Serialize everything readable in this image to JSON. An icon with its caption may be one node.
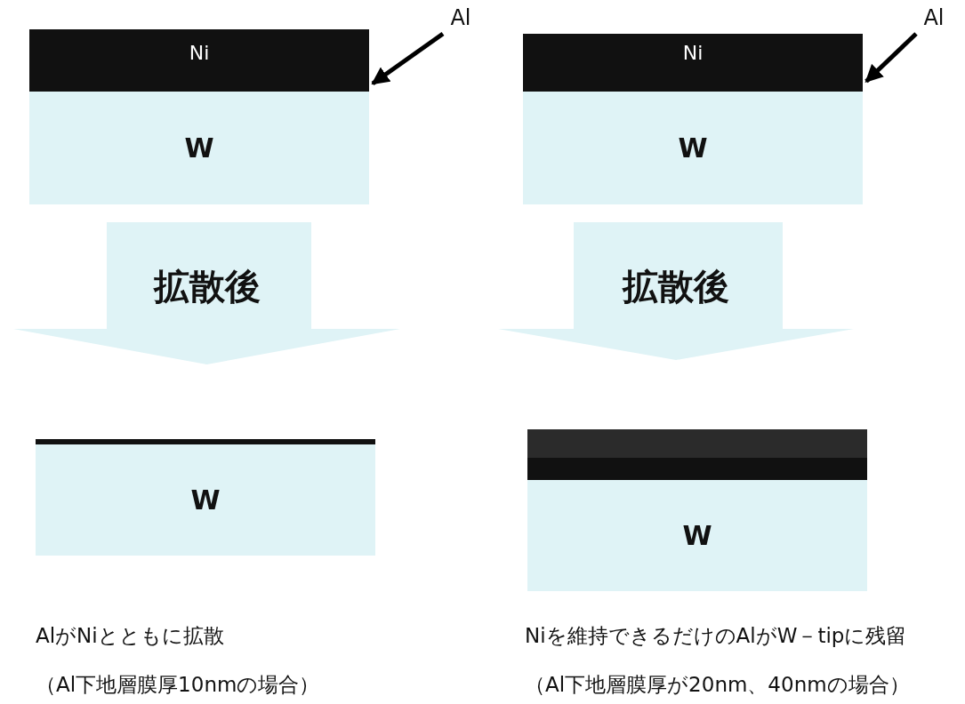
{
  "diagram": {
    "nodes": [
      {
        "text": [
          "Ni"
        ]
      },
      {
        "text": [],
        "shape": "bar"
      },
      {
        "text": [
          "W"
        ]
      },
      {
        "text": [
          "Al"
        ]
      },
      {
        "text": [
          "拡散後"
        ]
      },
      {
        "text": [],
        "shape": "bar"
      },
      {
        "text": [
          "W"
        ]
      },
      {
        "text": [
          "Ni"
        ]
      },
      {
        "text": [],
        "shape": "bar"
      },
      {
        "text": [
          "W"
        ]
      },
      {
        "text": [
          "Al"
        ]
      },
      {
        "text": [
          "拡散後"
        ]
      },
      {
        "text": [],
        "shape": "bar"
      },
      {
        "text": [],
        "shape": "bar"
      },
      {
        "text": [
          "W"
        ]
      }
    ],
    "edges": [
      {
        "from": 3,
        "to": 1,
        "arrow": "to"
      },
      {
        "from": 10,
        "to": 8,
        "arrow": "to"
      }
    ],
    "labels": [
      "AlがNiとともに拡散",
      "（Al下地層膜厚10nmの場合）",
      "Niを維持できるだけのAlがW－tipに残留",
      "（Al下地層膜厚が20nm、40nmの場合）"
    ]
  }
}
